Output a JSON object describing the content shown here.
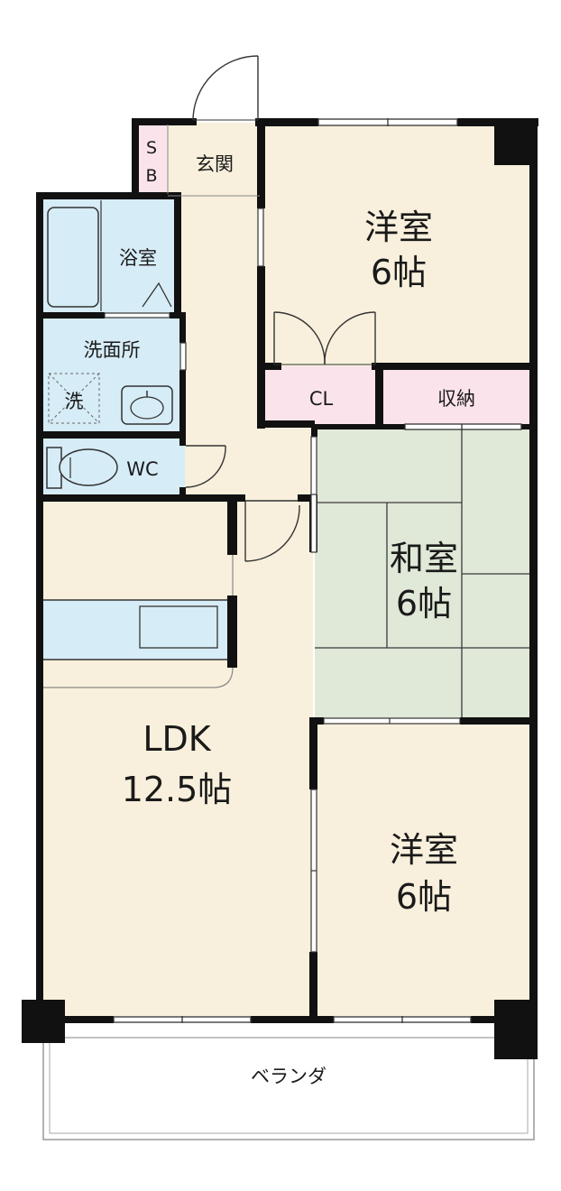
{
  "rooms": {
    "sb": {
      "line1": "S",
      "line2": "B"
    },
    "genkan": {
      "label": "玄関"
    },
    "bath": {
      "label": "浴室"
    },
    "washroom": {
      "label": "洗面所"
    },
    "washer": {
      "label": "洗"
    },
    "wc": {
      "label": "WC"
    },
    "western_north": {
      "name": "洋室",
      "size": "6帖"
    },
    "closet_cl": {
      "label": "CL"
    },
    "storage": {
      "label": "収納"
    },
    "japanese": {
      "name": "和室",
      "size": "6帖"
    },
    "ldk": {
      "name": "LDK",
      "size": "12.5帖"
    },
    "western_south": {
      "name": "洋室",
      "size": "6帖"
    },
    "veranda": {
      "label": "ベランダ"
    }
  },
  "colors": {
    "floor": "#f8f0dc",
    "wet": "#d6ecf6",
    "closet": "#fbe3ec",
    "tatami": "#e0e8d8",
    "wall": "#111111"
  }
}
